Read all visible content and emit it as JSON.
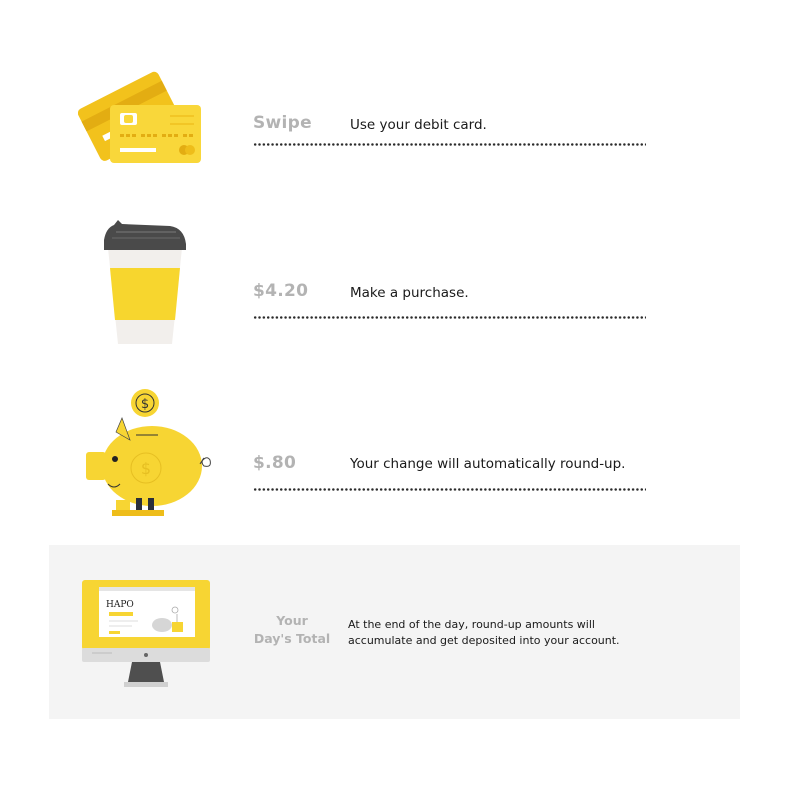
{
  "steps": [
    {
      "id": "swipe",
      "label": "Swipe",
      "description": "Use your debit card.",
      "icon": "credit-cards-icon"
    },
    {
      "id": "purchase",
      "label": "$4.20",
      "description": "Make a purchase.",
      "icon": "coffee-cup-icon"
    },
    {
      "id": "roundup",
      "label": "$.80",
      "description": "Your change will automatically round-up.",
      "icon": "piggy-bank-icon"
    }
  ],
  "total": {
    "label_line1": "Your",
    "label_line2": "Day's Total",
    "description_line1": "At the end of the day, round-up amounts will",
    "description_line2": "accumulate and get deposited into your account.",
    "icon": "desktop-monitor-icon",
    "screen_brand": "HAPO"
  },
  "colors": {
    "accent_yellow": "#f7d533",
    "dark_yellow": "#eebd1a",
    "label_gray": "#b3b3b3",
    "text_dark": "#1a1a1a",
    "panel_gray": "#f4f4f4",
    "lid_gray": "#4a4a4a"
  }
}
